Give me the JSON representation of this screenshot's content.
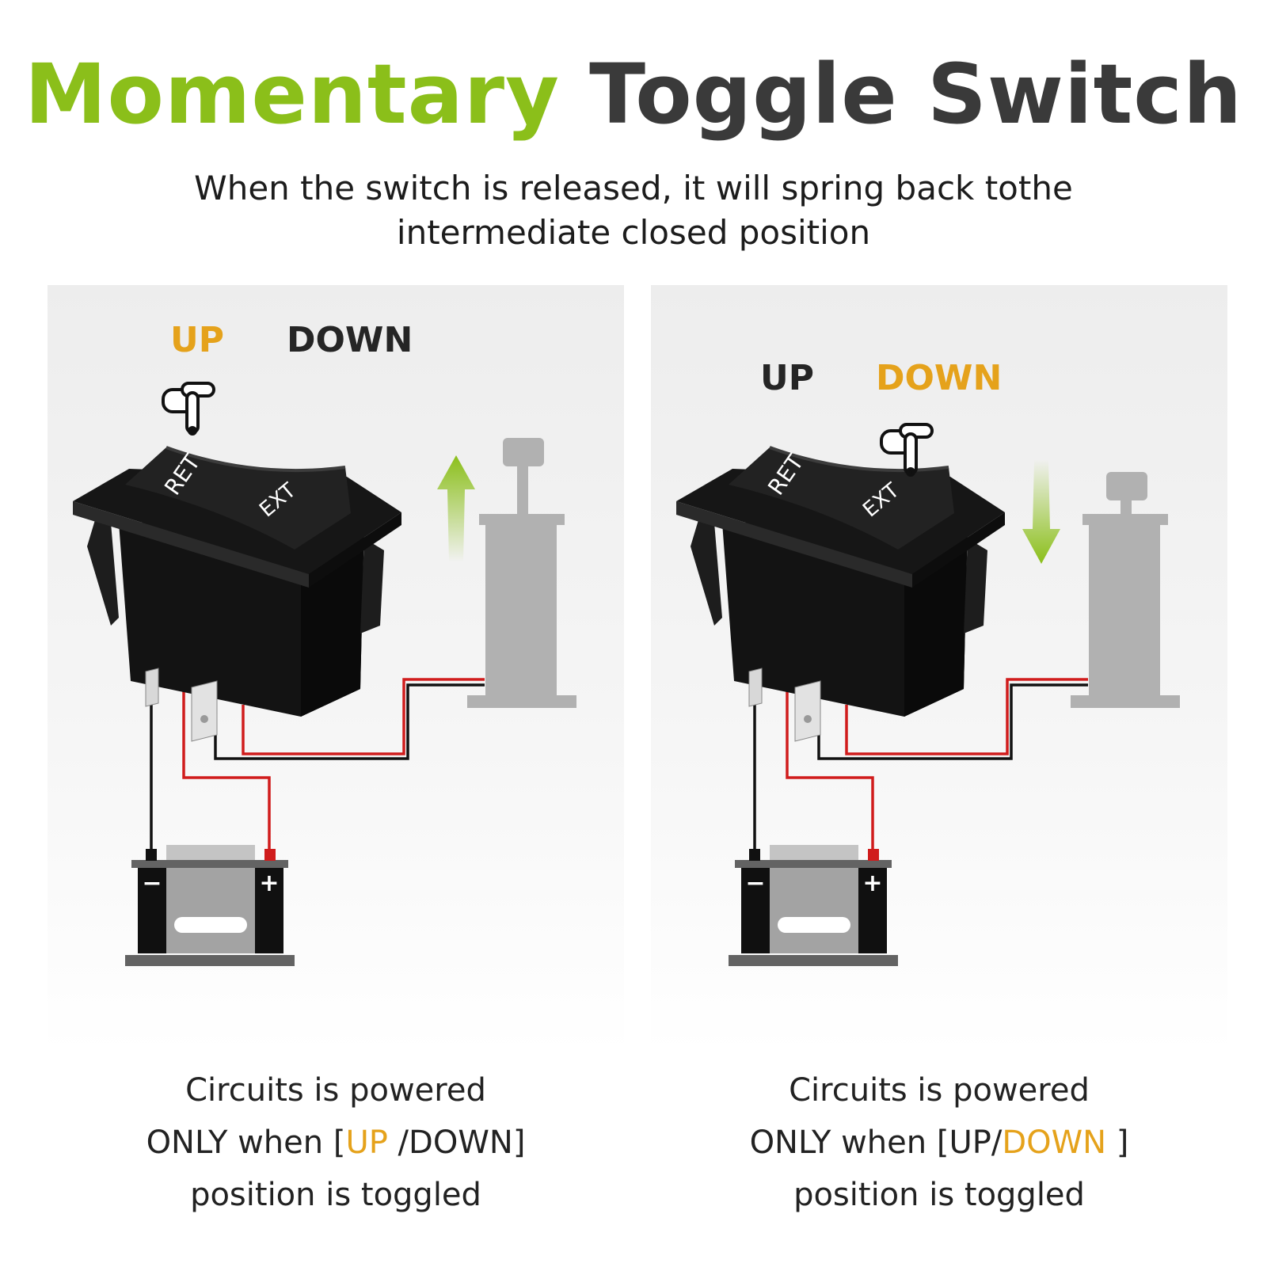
{
  "title": {
    "part1": "Momentary",
    "part2": "Toggle Switch"
  },
  "subtitle": {
    "line1": "When the switch is released, it will spring back tothe",
    "line2": "intermediate closed position"
  },
  "colors": {
    "accent_green": "#8bbf1a",
    "highlight_orange": "#e5a21b",
    "wire_red": "#d01c1c",
    "text_dark": "#3a3a3a"
  },
  "left": {
    "label_up": "UP",
    "label_down": "DOWN",
    "active": "UP",
    "rocker_ret": "RET",
    "rocker_ext": "EXT",
    "battery_minus": "−",
    "battery_plus": "+",
    "caption": {
      "line1": "Circuits is powered",
      "pre": "ONLY when [",
      "up": "UP",
      "slash": " /",
      "down": "DOWN",
      "post": "]",
      "line3": "position is toggled"
    }
  },
  "right": {
    "label_up": "UP",
    "label_down": "DOWN",
    "active": "DOWN",
    "rocker_ret": "RET",
    "rocker_ext": "EXT",
    "battery_minus": "−",
    "battery_plus": "+",
    "caption": {
      "line1": "Circuits is powered",
      "pre": "ONLY when [",
      "up": "UP",
      "slash": "/",
      "down": "DOWN",
      "post": " ]",
      "line3": "position is toggled"
    }
  }
}
